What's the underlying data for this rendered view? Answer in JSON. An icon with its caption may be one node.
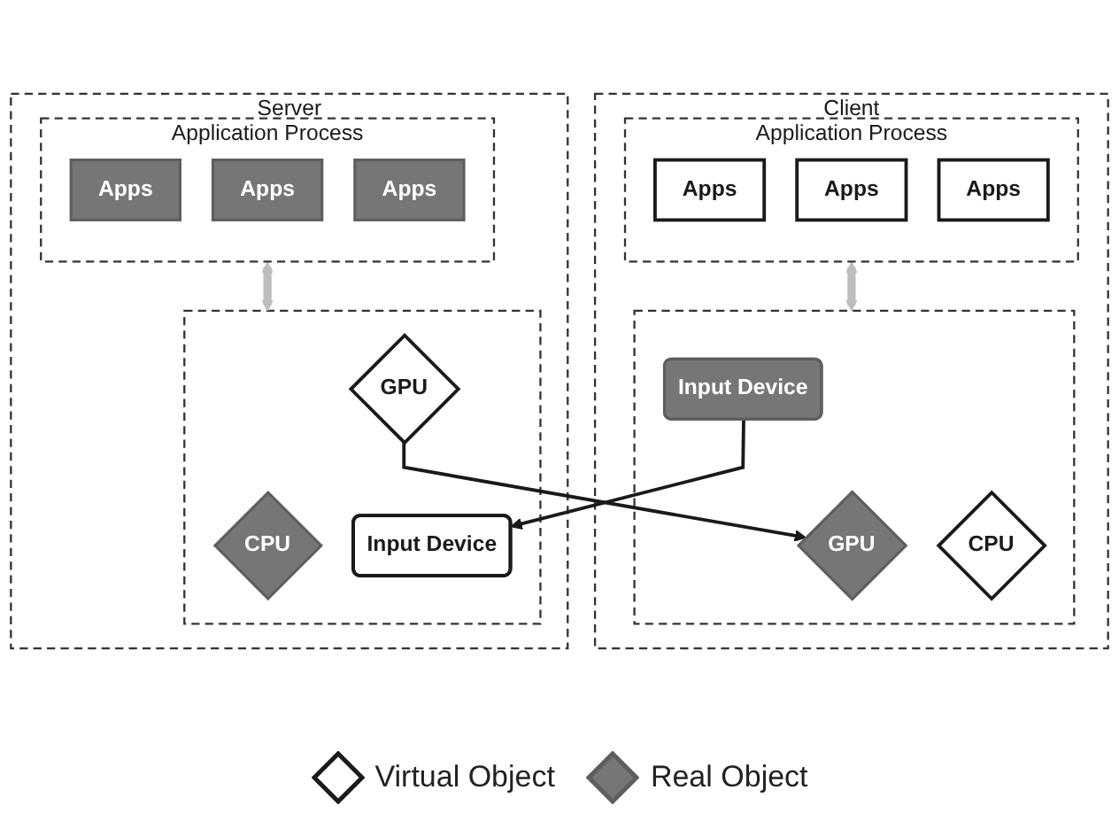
{
  "diagram": {
    "nodes": [
      {
        "text": [
          "Server"
        ]
      },
      {
        "text": [
          "Application Process"
        ],
        "in": 0
      },
      {
        "text": [
          "Apps"
        ],
        "in": 1
      },
      {
        "text": [
          "Apps"
        ],
        "in": 1
      },
      {
        "text": [
          "Apps"
        ],
        "in": 1
      },
      {
        "text": [],
        "shape": "band",
        "in": 0
      },
      {
        "text": [
          "CPU"
        ],
        "in": 5
      },
      {
        "text": [
          "GPU"
        ],
        "in": 5
      },
      {
        "text": [
          "Input Device"
        ],
        "in": 5
      },
      {
        "text": [
          "Client"
        ]
      },
      {
        "text": [
          "Application Process"
        ],
        "in": 9
      },
      {
        "text": [
          "Apps"
        ],
        "in": 10
      },
      {
        "text": [
          "Apps"
        ],
        "in": 10
      },
      {
        "text": [
          "Apps"
        ],
        "in": 10
      },
      {
        "text": [],
        "shape": "band",
        "in": 9
      },
      {
        "text": [
          "GPU"
        ],
        "in": 14
      },
      {
        "text": [
          "CPU"
        ],
        "in": 14
      },
      {
        "text": [
          "Input Device"
        ],
        "in": 14
      }
    ],
    "edges": [
      {
        "from": 1,
        "to": 5,
        "arrow": "both",
        "style": "thick",
        "color": "#bdbdbd"
      },
      {
        "from": 10,
        "to": 14,
        "arrow": "both",
        "style": "thick",
        "color": "#bdbdbd"
      },
      {
        "from": 7,
        "to": 15,
        "arrow": "to",
        "color": "#1a1a1a"
      },
      {
        "from": 17,
        "to": 8,
        "arrow": "to",
        "color": "#1a1a1a"
      }
    ],
    "legend": [
      {
        "text": "Virtual Object"
      },
      {
        "text": "Real Object"
      }
    ]
  }
}
